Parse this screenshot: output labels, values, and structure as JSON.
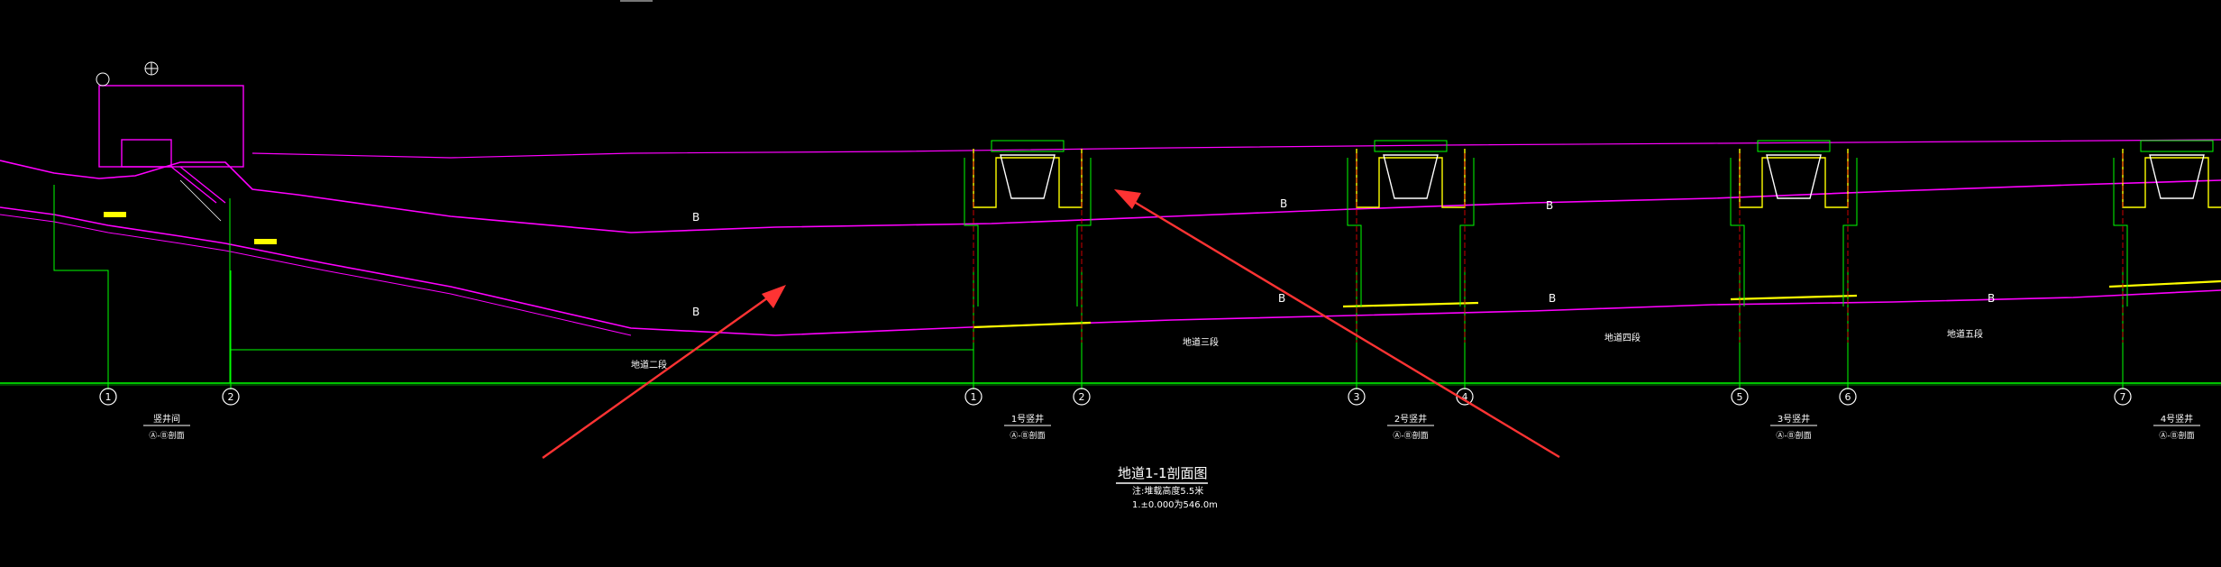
{
  "title": "地道1-1剖面图",
  "note_line1": "注:堆载高度5.5米",
  "note_line2": "1.±0.000为546.0m",
  "colors": {
    "background": "#000000",
    "magenta": "#ff00ff",
    "green": "#00ff00",
    "yellow": "#ffff00",
    "red": "#ff0000",
    "white": "#ffffff",
    "arrow": "#ff3333"
  },
  "axes": [
    {
      "label": "1"
    },
    {
      "label": "2"
    },
    {
      "label": "1"
    },
    {
      "label": "2"
    },
    {
      "label": "3"
    },
    {
      "label": "4"
    },
    {
      "label": "5"
    },
    {
      "label": "6"
    },
    {
      "label": "7"
    }
  ],
  "well_labels": [
    {
      "name": "竖井间",
      "sub": "Ⓐ-Ⓑ剖面"
    },
    {
      "name": "1号竖井",
      "sub": "Ⓐ-Ⓑ剖面"
    },
    {
      "name": "2号竖井",
      "sub": "Ⓐ-Ⓑ剖面"
    },
    {
      "name": "3号竖井",
      "sub": "Ⓐ-Ⓑ剖面"
    },
    {
      "name": "4号竖井",
      "sub": "Ⓐ-Ⓑ剖面"
    }
  ],
  "segment_labels": [
    "地道二段",
    "地道三段",
    "地道四段",
    "地道五段"
  ],
  "section_marks": [
    "B",
    "B",
    "B",
    "B",
    "B",
    "B",
    "B"
  ]
}
